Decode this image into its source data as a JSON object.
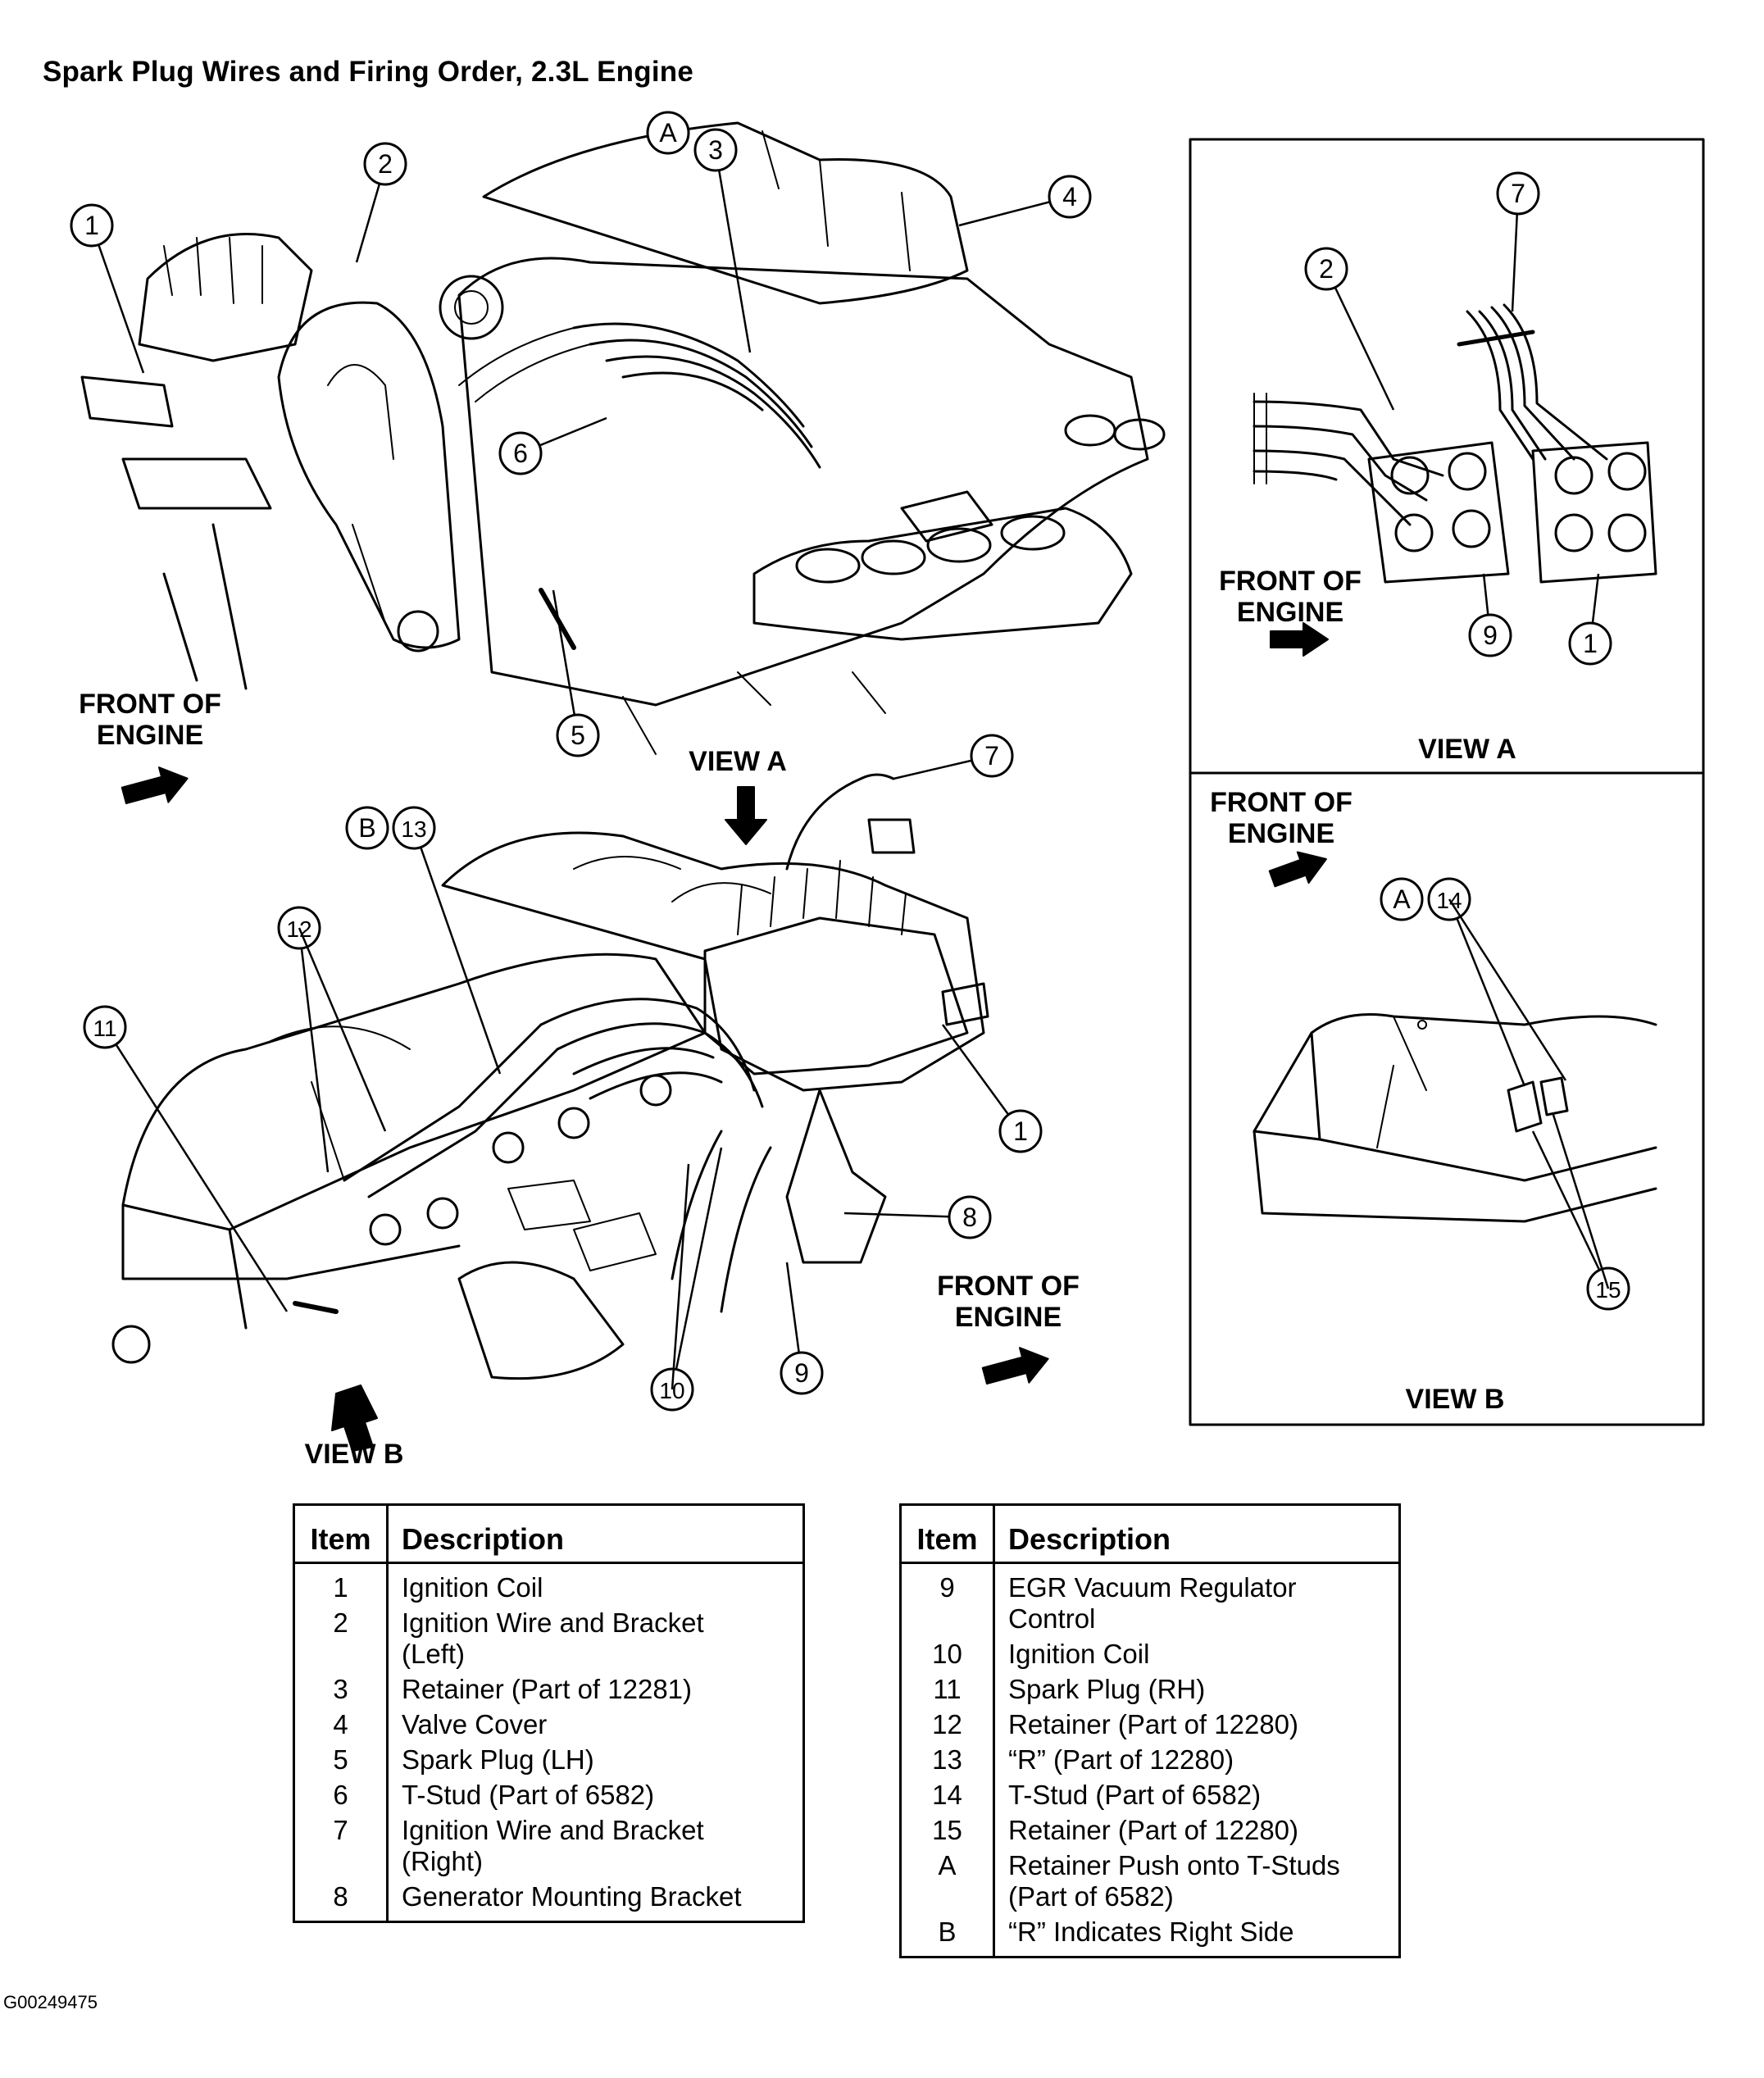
{
  "title": "Spark Plug Wires and Firing Order, 2.3L Engine",
  "figure_id": "G00249475",
  "labels": {
    "front_of_engine_l1": "FRONT OF",
    "front_of_engine_l2": "ENGINE",
    "view_a": "VIEW A",
    "view_b": "VIEW B"
  },
  "callouts": [
    "1",
    "2",
    "3",
    "4",
    "5",
    "6",
    "7",
    "8",
    "9",
    "10",
    "11",
    "12",
    "13",
    "14",
    "15",
    "A",
    "B"
  ],
  "legend": {
    "header_item": "Item",
    "header_description": "Description",
    "left": [
      {
        "item": "1",
        "desc": [
          "Ignition Coil"
        ]
      },
      {
        "item": "2",
        "desc": [
          "Ignition Wire and Bracket",
          "(Left)"
        ]
      },
      {
        "item": "3",
        "desc": [
          "Retainer (Part of 12281)"
        ]
      },
      {
        "item": "4",
        "desc": [
          "Valve Cover"
        ]
      },
      {
        "item": "5",
        "desc": [
          "Spark Plug (LH)"
        ]
      },
      {
        "item": "6",
        "desc": [
          "T-Stud (Part of 6582)"
        ]
      },
      {
        "item": "7",
        "desc": [
          "Ignition Wire and Bracket",
          "(Right)"
        ]
      },
      {
        "item": "8",
        "desc": [
          "Generator Mounting Bracket"
        ]
      }
    ],
    "right": [
      {
        "item": "9",
        "desc": [
          "EGR Vacuum Regulator",
          "Control"
        ]
      },
      {
        "item": "10",
        "desc": [
          "Ignition Coil"
        ]
      },
      {
        "item": "11",
        "desc": [
          "Spark Plug (RH)"
        ]
      },
      {
        "item": "12",
        "desc": [
          "Retainer (Part of 12280)"
        ]
      },
      {
        "item": "13",
        "desc": [
          "“R” (Part of 12280)"
        ]
      },
      {
        "item": "14",
        "desc": [
          "T-Stud (Part of 6582)"
        ]
      },
      {
        "item": "15",
        "desc": [
          "Retainer (Part of 12280)"
        ]
      },
      {
        "item": "A",
        "desc": [
          "Retainer Push onto T-Studs",
          "(Part of 6582)"
        ]
      },
      {
        "item": "B",
        "desc": [
          "“R” Indicates Right Side"
        ]
      }
    ]
  }
}
